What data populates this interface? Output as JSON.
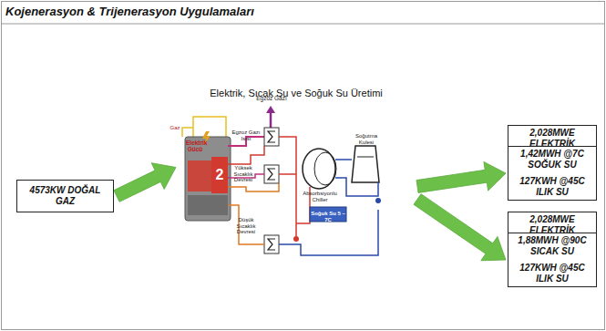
{
  "diagram": {
    "title": "Kojenerasyon & Trijenerasyon Uygulamaları",
    "nodes": [
      {
        "text": [
          "4573KW DOĞAL GAZ"
        ]
      },
      {
        "text": [
          "Elektrik, Sıcak Su ve Soğuk Su Üretimi"
        ]
      },
      {
        "text": [
          "2,028MWE ELEKTRİK"
        ]
      },
      {
        "text": [
          "1,42MWH @7C SOĞUK SU",
          "127KWH @45C ILIK SU"
        ]
      },
      {
        "text": [
          "2,028MWE ELEKTRİK"
        ]
      },
      {
        "text": [
          "1,88MWH @90C SICAK SU",
          "127KWH @45C ILIK SU"
        ]
      }
    ],
    "edges": [
      {
        "from": 0,
        "to": 1,
        "arrow": "to"
      },
      {
        "from": 1,
        "to": 3,
        "arrow": "to"
      },
      {
        "from": 1,
        "to": 5,
        "arrow": "to"
      }
    ],
    "labels": [
      "Gaz",
      "Elektrik Gücü",
      "Egzoz Gazı",
      "Egzoz Gazı Isısı",
      "Yüksek Sıcaklık Devresi",
      "Düşük Sıcaklık Devresi",
      "Absorbsiyonlu Chiller",
      "Soğutma Kulesi",
      "Soğuk Su 5 – 7C",
      "2"
    ]
  }
}
